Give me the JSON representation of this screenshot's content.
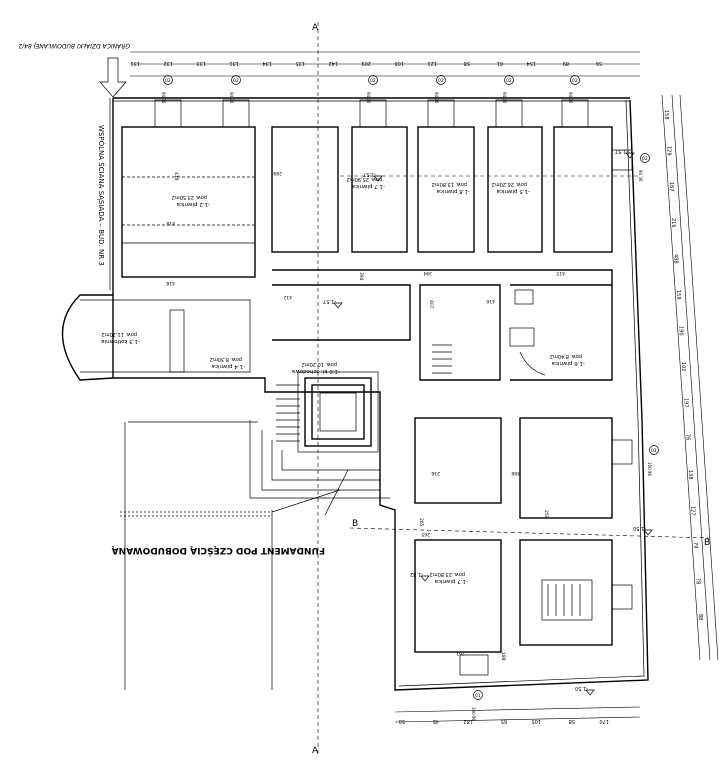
{
  "section_mark": "A",
  "section_mark_b": "B",
  "boundary_label": "GRANICA DZIAŁKI BUDOWLANEJ 84/2",
  "party_wall_label": "WSPÓLNA ŚCIANA SĄSIADA – BUD. NR 3",
  "foundation_label": "FUNDAMENT POD CZĘŚCIĄ DOBUDOWANĄ",
  "rooms": [
    {
      "id": "r1",
      "name": "-1.2 piwnica",
      "area": "pow. 23,50m2"
    },
    {
      "id": "r2",
      "name": "-1.7 piwnica",
      "area": "pow. 25,90m2"
    },
    {
      "id": "r3",
      "name": "-1.8 piwnica",
      "area": "pow. 13,80m2"
    },
    {
      "id": "r4",
      "name": "-1.5 piwnica",
      "area": "pow. 26,20m2"
    },
    {
      "id": "r5",
      "name": "-1.3 kotłownia",
      "area": "pow. 11,20m2"
    },
    {
      "id": "r6",
      "name": "-1.4 piwnica",
      "area": "pow. 8,30m2"
    },
    {
      "id": "r7",
      "name": "-1.6 kl. schodowa",
      "area": "pow. 10,20m2"
    },
    {
      "id": "r8",
      "name": "-1.6 piwnica",
      "area": "pow. 8,40m2"
    },
    {
      "id": "r9",
      "name": "-1.7 piwnica",
      "area": "pow. 23,80m2"
    }
  ],
  "levels": [
    "-1.57",
    "-1.57",
    "-1.57",
    "-1.50",
    "-1.50",
    "-1.82"
  ],
  "window_marks": [
    {
      "num": "02",
      "size": "94 36"
    },
    {
      "num": "02",
      "size": "94 36"
    },
    {
      "num": "02",
      "size": "94 36"
    },
    {
      "num": "02",
      "size": "94 36"
    },
    {
      "num": "02",
      "size": "94 36"
    },
    {
      "num": "02",
      "size": "94 36"
    },
    {
      "num": "02",
      "size": "94 36"
    },
    {
      "num": "01",
      "size": "100 96"
    },
    {
      "num": "01",
      "size": "100 96"
    }
  ],
  "top_dims": [
    "131",
    "132",
    "133",
    "131",
    "134",
    "135",
    "142",
    "209",
    "106",
    "121",
    "58",
    "61",
    "154",
    "89",
    "56"
  ],
  "right_dims": [
    "158",
    "129",
    "167",
    "216",
    "488",
    "159",
    "190",
    "102",
    "197",
    "76",
    "138",
    "127",
    "79",
    "78",
    "88"
  ],
  "bottom_dims": [
    "50",
    "45",
    "182",
    "65",
    "105",
    "58",
    "170"
  ],
  "inner_dims": [
    "418",
    "418",
    "418",
    "289",
    "394",
    "394",
    "412",
    "407",
    "416",
    "415",
    "265",
    "265",
    "261",
    "188",
    "236",
    "488",
    "250"
  ]
}
